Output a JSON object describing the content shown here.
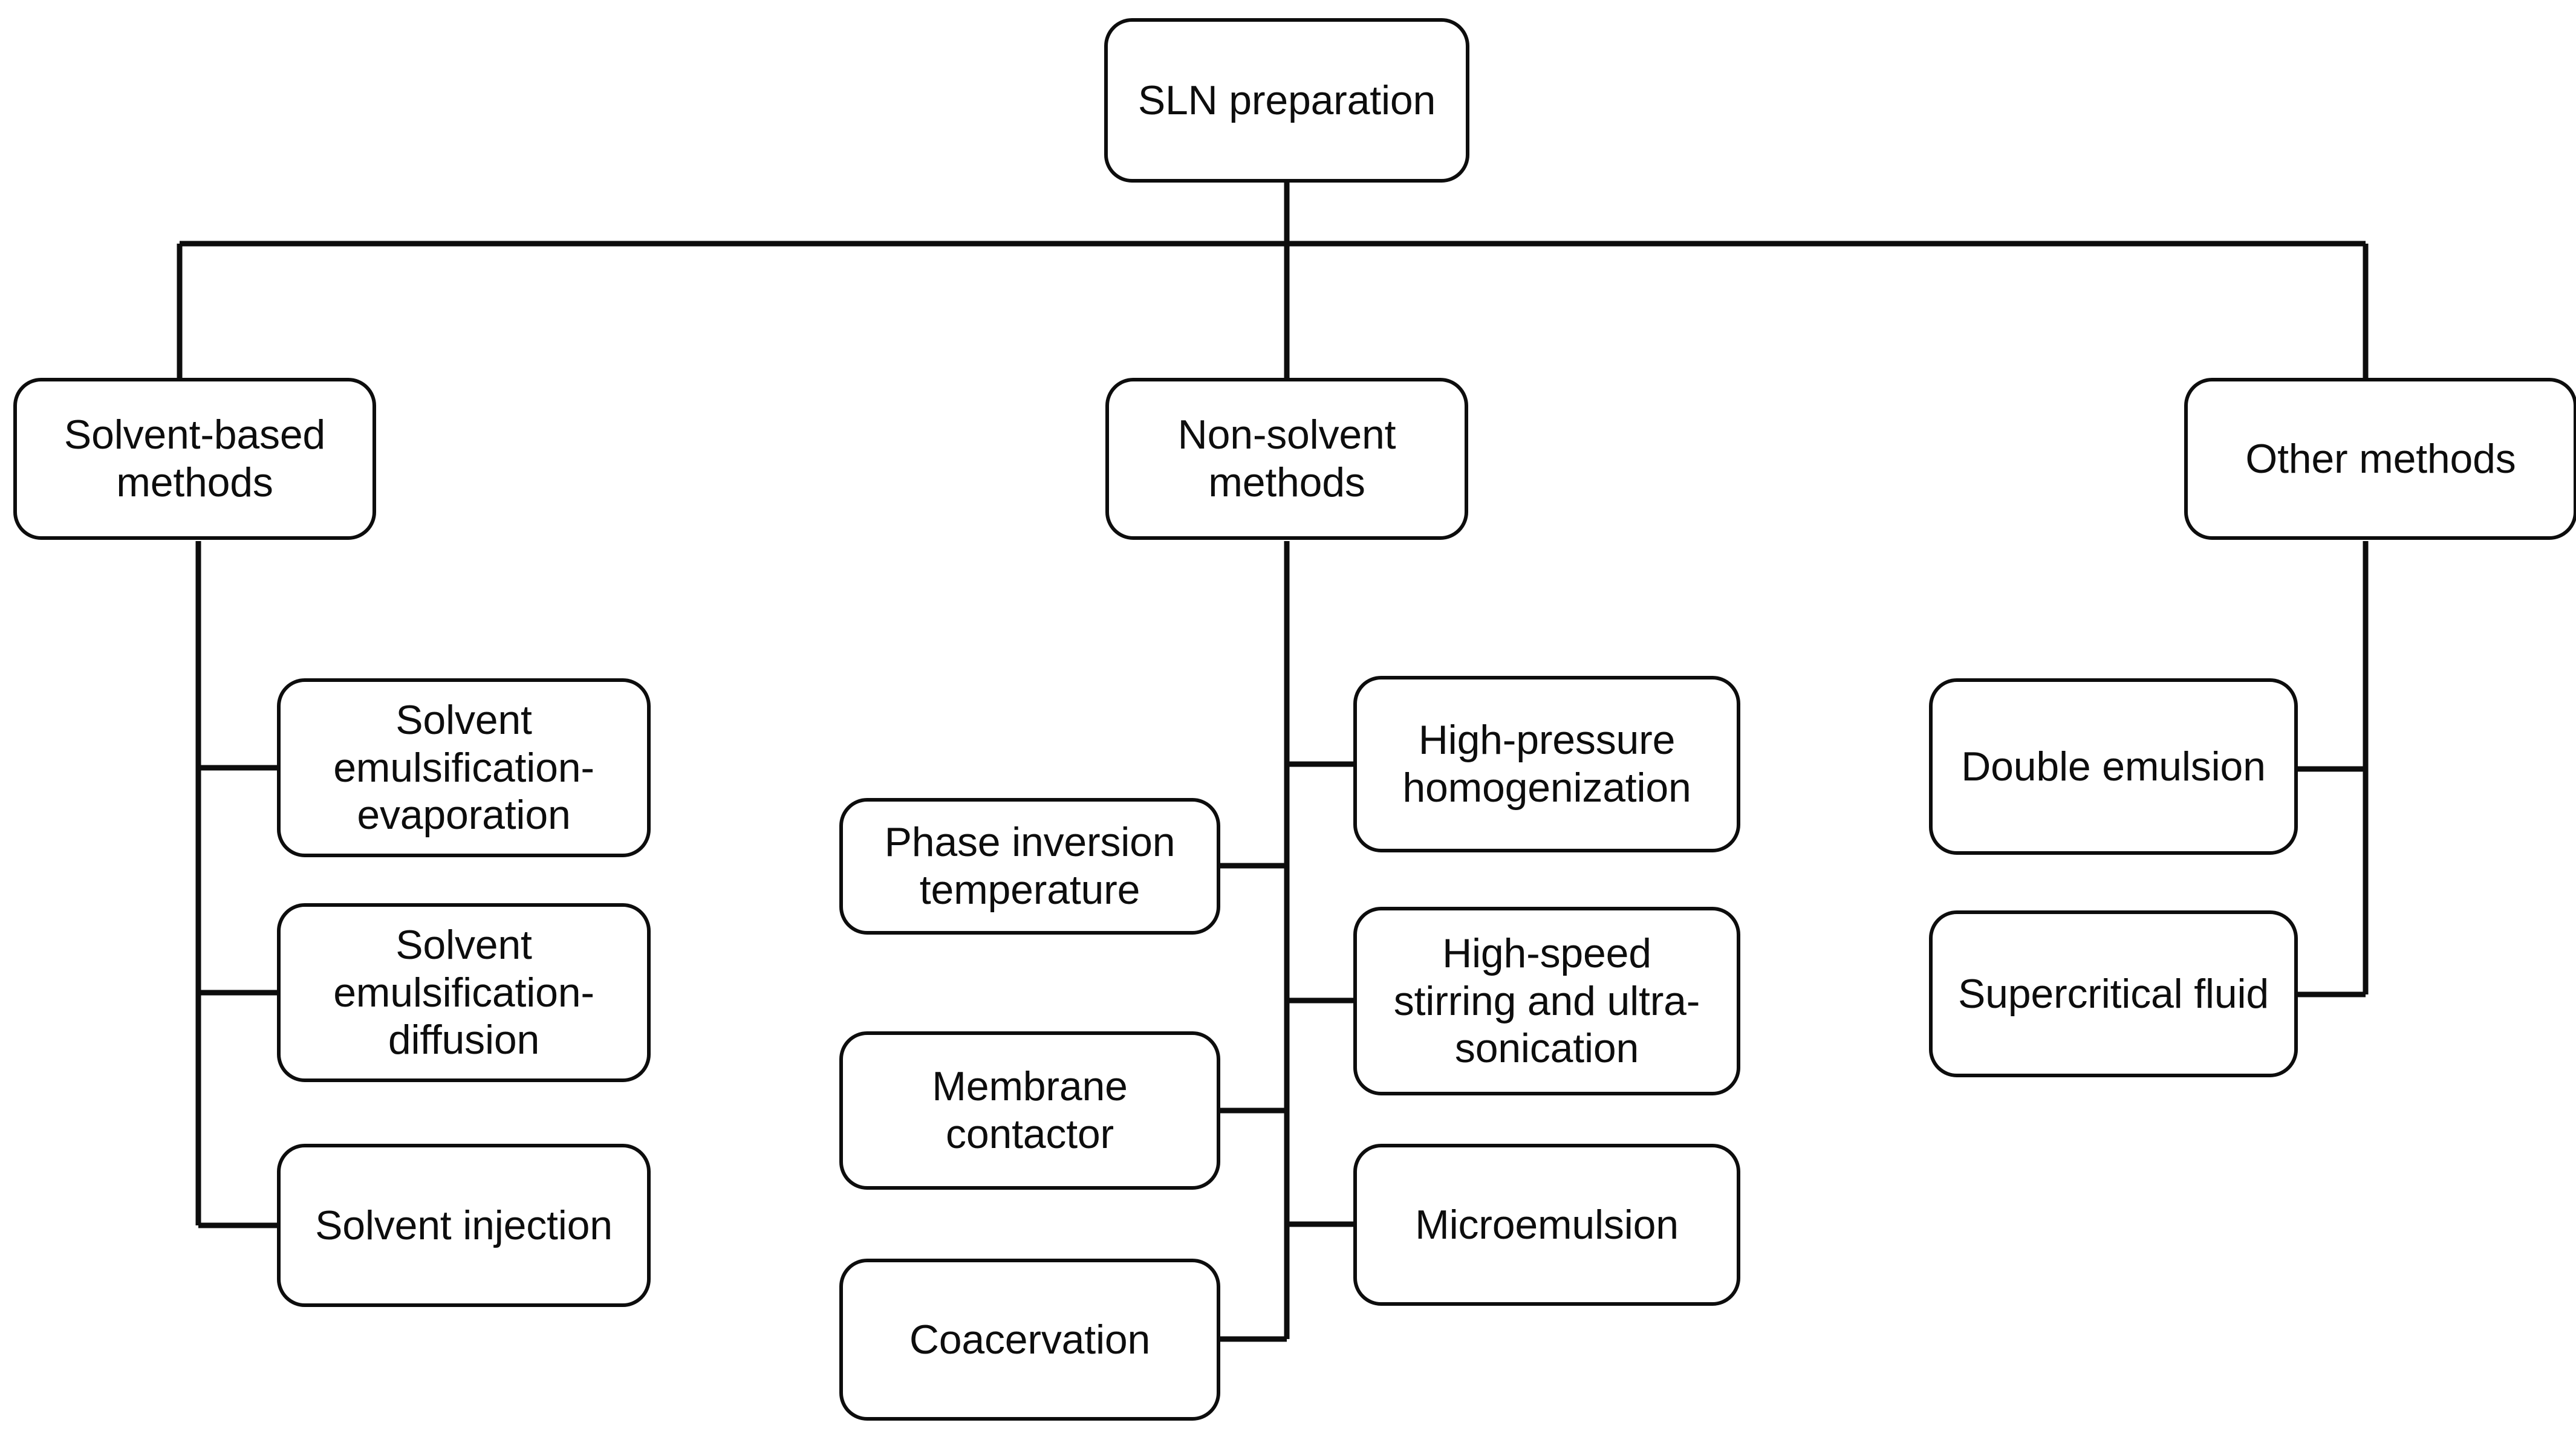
{
  "diagram": {
    "title": "SLN preparation methods hierarchy",
    "line_color": "#0d0d0d",
    "node_fill": "#ffffff",
    "text_color": "#0d0d0d",
    "root": {
      "label": "SLN preparation"
    },
    "branches": [
      {
        "id": "solvent-based",
        "label": "Solvent-based\nmethods",
        "children": [
          {
            "id": "solvent-emulsification-evaporation",
            "label": "Solvent\nemulsification-\nevaporation"
          },
          {
            "id": "solvent-emulsification-diffusion",
            "label": "Solvent\nemulsification-\ndiffusion"
          },
          {
            "id": "solvent-injection",
            "label": "Solvent injection"
          }
        ]
      },
      {
        "id": "non-solvent",
        "label": "Non-solvent\nmethods",
        "children_left": [
          {
            "id": "phase-inversion-temperature",
            "label": "Phase inversion\ntemperature"
          },
          {
            "id": "membrane-contactor",
            "label": "Membrane\ncontactor"
          },
          {
            "id": "coacervation",
            "label": "Coacervation"
          }
        ],
        "children_right": [
          {
            "id": "high-pressure-homogenization",
            "label": "High-pressure\nhomogenization"
          },
          {
            "id": "high-speed-stirring-ultrasonication",
            "label": "High-speed\nstirring and ultra-\nsonication"
          },
          {
            "id": "microemulsion",
            "label": "Microemulsion"
          }
        ]
      },
      {
        "id": "other-methods",
        "label": "Other methods",
        "children": [
          {
            "id": "double-emulsion",
            "label": "Double emulsion"
          },
          {
            "id": "supercritical-fluid",
            "label": "Supercritical fluid"
          }
        ]
      }
    ]
  }
}
